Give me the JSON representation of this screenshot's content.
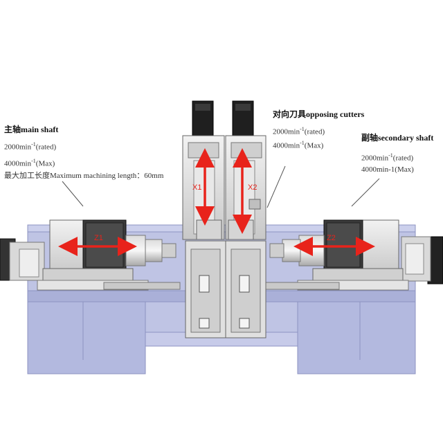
{
  "main_shaft": {
    "title": "主轴main shaft",
    "rated_value": "2000min",
    "rated_exp": "-1",
    "rated_suffix": "(rated)",
    "max_value": "4000min",
    "max_exp": "-1",
    "max_suffix": "(Max)",
    "length_label": "最大加工长度Maximum machining length：60mm"
  },
  "opposing_cutters": {
    "title": "对向刀具opposing cutters",
    "rated_value": "2000min",
    "rated_exp": "-1",
    "rated_suffix": "(rated)",
    "max_value": "4000min",
    "max_exp": "-1",
    "max_suffix": "(Max)"
  },
  "secondary_shaft": {
    "title": "副轴secondary shaft",
    "rated_value": "2000min",
    "rated_exp": "-1",
    "rated_suffix": "(rated)",
    "max_text": "4000min-1(Max)"
  },
  "axes": {
    "z1": "Z1",
    "x1": "X1",
    "x2": "X2",
    "z2": "Z2"
  },
  "colors": {
    "arrow": "#e8231b",
    "base_blue": "#b9bfe0",
    "base_blue_dark": "#9aa1cc",
    "metal_light": "#e6e6e6",
    "metal_mid": "#bdbdbd",
    "metal_dark": "#4a4a4a",
    "motor_black": "#1f1f1f"
  }
}
